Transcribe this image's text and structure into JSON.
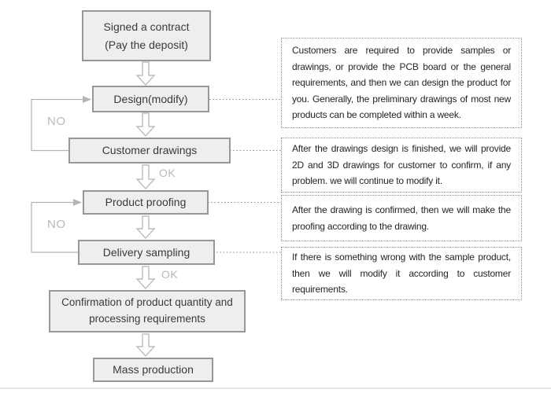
{
  "diagram": {
    "nodes": {
      "contract": {
        "label": "Signed a contract",
        "sublabel": "(Pay the deposit)"
      },
      "design": {
        "label": "Design(modify)"
      },
      "drawings": {
        "label": "Customer drawings"
      },
      "proofing": {
        "label": "Product proofing"
      },
      "sampling": {
        "label": "Delivery sampling"
      },
      "confirmation": {
        "label": "Confirmation of product quantity and processing requirements"
      },
      "mass": {
        "label": "Mass production"
      }
    },
    "edge_labels": {
      "no_design": "NO",
      "ok_drawings": "OK",
      "no_proofing": "NO",
      "ok_sampling": "OK"
    },
    "annotations": [
      {
        "text": "Customers are required to provide samples or drawings, or provide the PCB board or the general requirements, and then we can design the product for you. Generally, the preliminary drawings of most new products can be completed within a week."
      },
      {
        "text": "After the drawings design is finished, we will provide 2D and 3D drawings for customer to confirm, if any problem. we will continue to modify it."
      },
      {
        "text": "After the drawing is confirmed, then we will make the proofing according to the drawing."
      },
      {
        "text": "If there is something wrong with the sample product, then we will modify it according to customer requirements."
      }
    ],
    "colors": {
      "node_fill": "#eeeeee",
      "node_border": "#979797",
      "connector": "#b5b5b5",
      "annotation_border": "#8f8f8f",
      "label_gray": "#b9b9b9",
      "text": "#3a3a3a"
    }
  }
}
